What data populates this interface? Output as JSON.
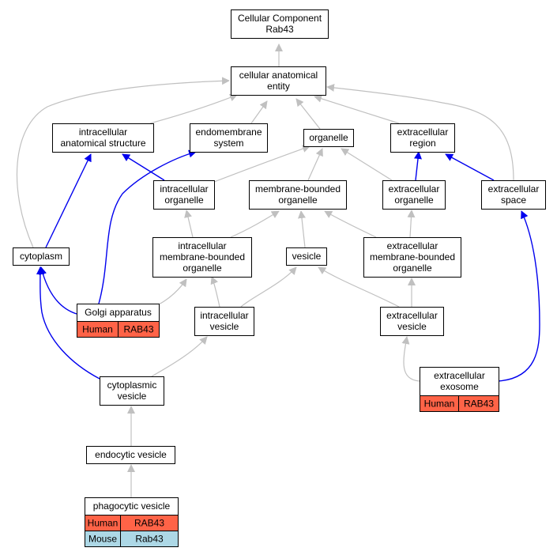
{
  "colors": {
    "gray_edge": "#c0c0c0",
    "blue_edge": "#0000ee",
    "human_cell": "#ff6347",
    "mouse_cell": "#add8e6",
    "node_border": "#000000",
    "node_fill": "#ffffff"
  },
  "nodes": {
    "cc_root": {
      "lines": [
        "Cellular Component",
        "Rab43"
      ]
    },
    "cellular_anatomical_entity": {
      "lines": [
        "cellular anatomical",
        "entity"
      ]
    },
    "intracellular_anatomical_structure": {
      "lines": [
        "intracellular",
        "anatomical structure"
      ]
    },
    "endomembrane_system": {
      "lines": [
        "endomembrane",
        "system"
      ]
    },
    "organelle": {
      "lines": [
        "organelle"
      ]
    },
    "extracellular_region": {
      "lines": [
        "extracellular",
        "region"
      ]
    },
    "intracellular_organelle": {
      "lines": [
        "intracellular",
        "organelle"
      ]
    },
    "membrane_bounded_organelle": {
      "lines": [
        "membrane-bounded",
        "organelle"
      ]
    },
    "extracellular_organelle": {
      "lines": [
        "extracellular",
        "organelle"
      ]
    },
    "extracellular_space": {
      "lines": [
        "extracellular",
        "space"
      ]
    },
    "cytoplasm": {
      "lines": [
        "cytoplasm"
      ]
    },
    "intracellular_mb_organelle": {
      "lines": [
        "intracellular",
        "membrane-bounded",
        "organelle"
      ]
    },
    "vesicle": {
      "lines": [
        "vesicle"
      ]
    },
    "extracellular_mb_organelle": {
      "lines": [
        "extracellular",
        "membrane-bounded",
        "organelle"
      ]
    },
    "golgi_apparatus": {
      "lines": [
        "Golgi apparatus"
      ],
      "annotations": [
        [
          "Human",
          "RAB43"
        ]
      ]
    },
    "intracellular_vesicle": {
      "lines": [
        "intracellular",
        "vesicle"
      ]
    },
    "extracellular_vesicle": {
      "lines": [
        "extracellular",
        "vesicle"
      ]
    },
    "cytoplasmic_vesicle": {
      "lines": [
        "cytoplasmic",
        "vesicle"
      ]
    },
    "extracellular_exosome": {
      "lines": [
        "extracellular",
        "exosome"
      ],
      "annotations": [
        [
          "Human",
          "RAB43"
        ]
      ]
    },
    "endocytic_vesicle": {
      "lines": [
        "endocytic vesicle"
      ]
    },
    "phagocytic_vesicle": {
      "lines": [
        "phagocytic vesicle"
      ],
      "annotations": [
        [
          "Human",
          "RAB43"
        ],
        [
          "Mouse",
          "Rab43"
        ]
      ]
    }
  },
  "edges": [
    {
      "from": "cellular_anatomical_entity",
      "to": "cc_root",
      "kind": "gray"
    },
    {
      "from": "intracellular_anatomical_structure",
      "to": "cellular_anatomical_entity",
      "kind": "gray"
    },
    {
      "from": "endomembrane_system",
      "to": "cellular_anatomical_entity",
      "kind": "gray"
    },
    {
      "from": "organelle",
      "to": "cellular_anatomical_entity",
      "kind": "gray"
    },
    {
      "from": "extracellular_region",
      "to": "cellular_anatomical_entity",
      "kind": "gray"
    },
    {
      "from": "extracellular_space",
      "to": "cellular_anatomical_entity",
      "kind": "gray"
    },
    {
      "from": "cytoplasm",
      "to": "cellular_anatomical_entity",
      "kind": "gray"
    },
    {
      "from": "intracellular_organelle",
      "to": "intracellular_anatomical_structure",
      "kind": "blue"
    },
    {
      "from": "intracellular_organelle",
      "to": "organelle",
      "kind": "gray"
    },
    {
      "from": "membrane_bounded_organelle",
      "to": "organelle",
      "kind": "gray"
    },
    {
      "from": "extracellular_organelle",
      "to": "organelle",
      "kind": "gray"
    },
    {
      "from": "extracellular_organelle",
      "to": "extracellular_region",
      "kind": "blue"
    },
    {
      "from": "extracellular_space",
      "to": "extracellular_region",
      "kind": "blue"
    },
    {
      "from": "cytoplasm",
      "to": "intracellular_anatomical_structure",
      "kind": "blue"
    },
    {
      "from": "golgi_apparatus",
      "to": "endomembrane_system",
      "kind": "blue"
    },
    {
      "from": "golgi_apparatus",
      "to": "cytoplasm",
      "kind": "blue"
    },
    {
      "from": "golgi_apparatus",
      "to": "intracellular_mb_organelle",
      "kind": "gray"
    },
    {
      "from": "intracellular_mb_organelle",
      "to": "intracellular_organelle",
      "kind": "gray"
    },
    {
      "from": "intracellular_mb_organelle",
      "to": "membrane_bounded_organelle",
      "kind": "gray"
    },
    {
      "from": "vesicle",
      "to": "membrane_bounded_organelle",
      "kind": "gray"
    },
    {
      "from": "extracellular_mb_organelle",
      "to": "membrane_bounded_organelle",
      "kind": "gray"
    },
    {
      "from": "extracellular_mb_organelle",
      "to": "extracellular_organelle",
      "kind": "gray"
    },
    {
      "from": "intracellular_vesicle",
      "to": "intracellular_mb_organelle",
      "kind": "gray"
    },
    {
      "from": "intracellular_vesicle",
      "to": "vesicle",
      "kind": "gray"
    },
    {
      "from": "extracellular_vesicle",
      "to": "vesicle",
      "kind": "gray"
    },
    {
      "from": "extracellular_vesicle",
      "to": "extracellular_mb_organelle",
      "kind": "gray"
    },
    {
      "from": "cytoplasmic_vesicle",
      "to": "intracellular_vesicle",
      "kind": "gray"
    },
    {
      "from": "cytoplasmic_vesicle",
      "to": "cytoplasm",
      "kind": "blue"
    },
    {
      "from": "extracellular_exosome",
      "to": "extracellular_vesicle",
      "kind": "gray"
    },
    {
      "from": "extracellular_exosome",
      "to": "extracellular_space",
      "kind": "blue"
    },
    {
      "from": "endocytic_vesicle",
      "to": "cytoplasmic_vesicle",
      "kind": "gray"
    },
    {
      "from": "phagocytic_vesicle",
      "to": "endocytic_vesicle",
      "kind": "gray"
    }
  ]
}
